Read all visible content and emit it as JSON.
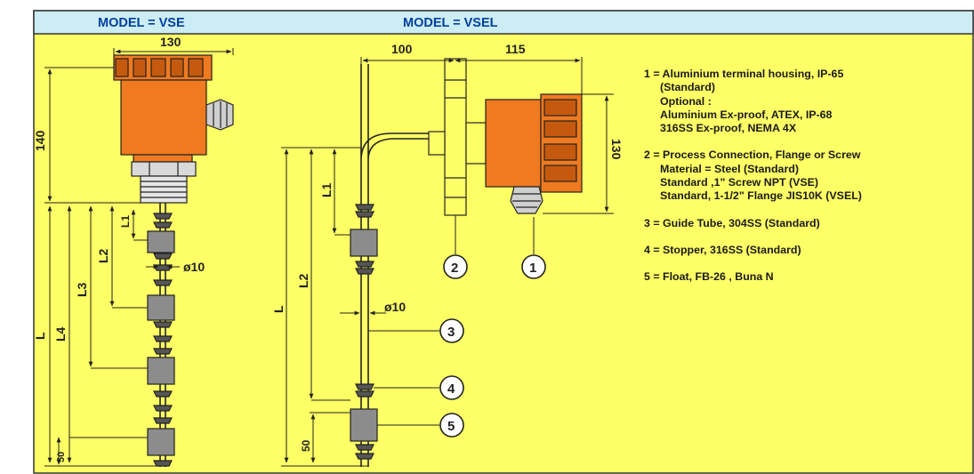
{
  "header": {
    "model_vse": "MODEL = VSE",
    "model_vsel": "MODEL = VSEL"
  },
  "colors": {
    "panel": "#ffff66",
    "header_bar": "#ccedf3",
    "header_text": "#003fa0",
    "housing": "#f07a1f",
    "housing_dark": "#c55a0e",
    "float": "#8c8c8c",
    "line": "#222222",
    "border": "#333333"
  },
  "vse": {
    "dim_width": "130",
    "dim_height": "140",
    "l1": "L1",
    "l2": "L2",
    "l3": "L3",
    "l4": "L4",
    "l": "L",
    "dim_50": "50",
    "dia": "ø10"
  },
  "vsel": {
    "dim_100": "100",
    "dim_115": "115",
    "dim_130": "130",
    "l1": "L1",
    "l2": "L2",
    "l": "L",
    "dim_50": "50",
    "dia": "ø10",
    "callouts": [
      "1",
      "2",
      "3",
      "4",
      "5"
    ]
  },
  "legend": [
    {
      "number_line": "1 = Aluminium terminal housing, IP-65",
      "details": [
        "(Standard)",
        "Optional :",
        "Aluminium Ex-proof, ATEX, IP-68",
        "316SS Ex-proof, NEMA 4X"
      ]
    },
    {
      "number_line": "2 = Process Connection, Flange or Screw",
      "details": [
        "Material = Steel (Standard)",
        "Standard ,1\" Screw NPT (VSE)",
        "Standard, 1-1/2\" Flange JIS10K (VSEL)"
      ]
    },
    {
      "number_line": "3 = Guide Tube, 304SS (Standard)",
      "details": []
    },
    {
      "number_line": "4 = Stopper, 316SS (Standard)",
      "details": []
    },
    {
      "number_line": "5 = Float, FB-26 , Buna N",
      "details": []
    }
  ]
}
